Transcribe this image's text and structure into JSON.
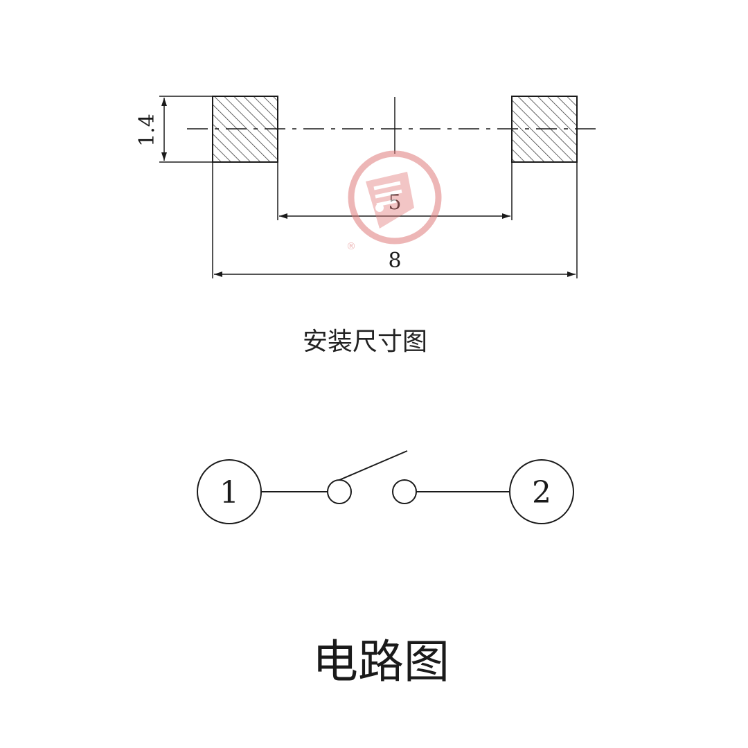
{
  "mounting_diagram": {
    "dimension_height": "1.4",
    "dimension_inner": "5",
    "dimension_outer": "8",
    "caption": "安装尺寸图"
  },
  "circuit_diagram": {
    "terminal_1": "1",
    "terminal_2": "2",
    "caption": "电路图"
  },
  "watermark": {
    "color": "#e8a0a0",
    "registered_mark": "®"
  },
  "colors": {
    "line": "#1a1a1a",
    "hatch": "#333333"
  }
}
